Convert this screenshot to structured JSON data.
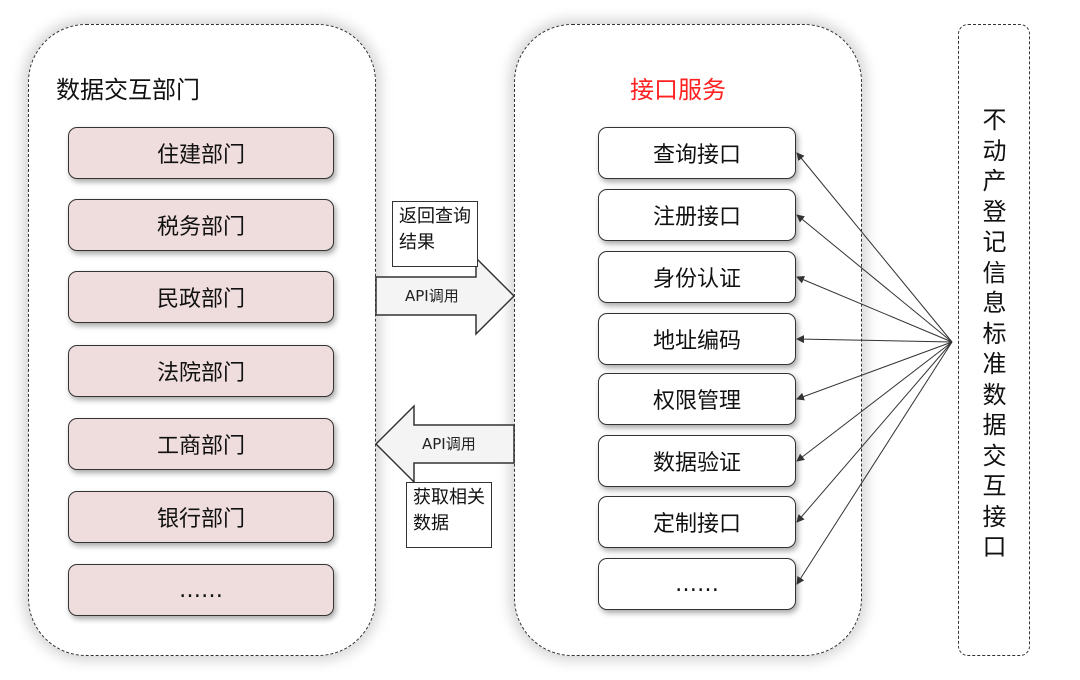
{
  "left_panel": {
    "title": "数据交互部门",
    "departments": [
      "住建部门",
      "税务部门",
      "民政部门",
      "法院部门",
      "工商部门",
      "银行部门",
      "……"
    ]
  },
  "middle_panel": {
    "title": "接口服务",
    "title_color": "#ff2020",
    "services": [
      "查询接口",
      "注册接口",
      "身份认证",
      "地址编码",
      "权限管理",
      "数据验证",
      "定制接口",
      "……"
    ]
  },
  "right_panel": {
    "label": "不动产登记信息标准数据交互接口"
  },
  "arrows": {
    "top_note": "返回查询结果",
    "top_label": "API调用",
    "bottom_label": "API调用",
    "bottom_note": "获取相关数据"
  },
  "colors": {
    "department_fill": "#efdcdc",
    "service_fill": "#ffffff"
  }
}
